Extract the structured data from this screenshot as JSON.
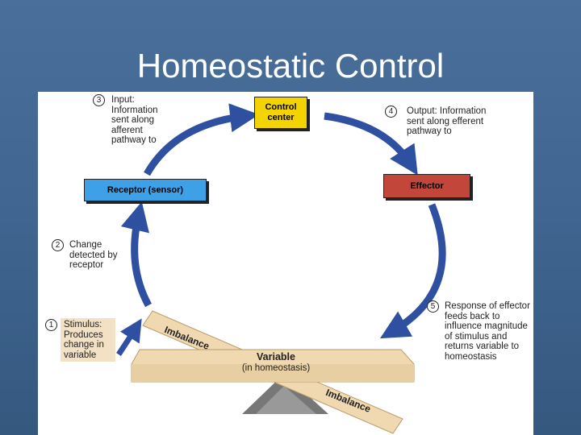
{
  "title": "Homeostatic Control",
  "boxes": {
    "control_center": "Control center",
    "receptor": "Receptor (sensor)",
    "effector": "Effector"
  },
  "steps": {
    "s1": {
      "num": "1",
      "text": "Stimulus: Produces change in variable"
    },
    "s2": {
      "num": "2",
      "text": "Change detected by receptor"
    },
    "s3": {
      "num": "3",
      "text": "Input: Information sent along afferent pathway to"
    },
    "s4": {
      "num": "4",
      "text": "Output: Information sent along efferent pathway to"
    },
    "s5": {
      "num": "5",
      "text": "Response of effector feeds back to influence magnitude of stimulus and returns variable to homeostasis"
    }
  },
  "balance": {
    "variable": "Variable",
    "variable_sub": "(in homeostasis)",
    "imbalance_top": "Imbalance",
    "imbalance_bottom": "Imbalance"
  },
  "colors": {
    "background": "#426a94",
    "arrow": "#2f4fa0",
    "control_center": "#f3d400",
    "receptor": "#3ea0e6",
    "effector": "#c2473a",
    "plank": "#f0d9b0"
  }
}
